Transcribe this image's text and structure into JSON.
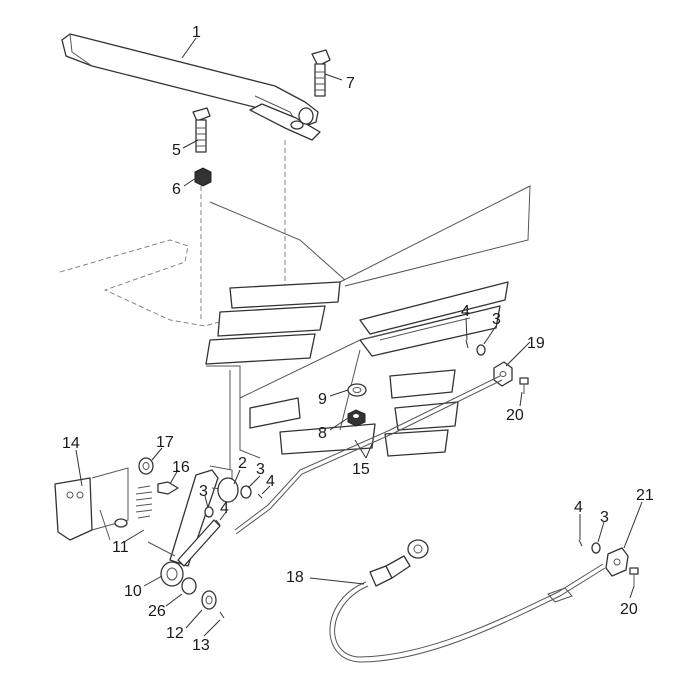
{
  "diagram": {
    "callouts": [
      "1",
      "7",
      "5",
      "6",
      "4",
      "3",
      "19",
      "9",
      "20",
      "8",
      "15",
      "14",
      "17",
      "16",
      "2",
      "3",
      "4",
      "3",
      "4",
      "11",
      "10",
      "26",
      "12",
      "13",
      "4",
      "3",
      "21",
      "18",
      "20"
    ]
  }
}
